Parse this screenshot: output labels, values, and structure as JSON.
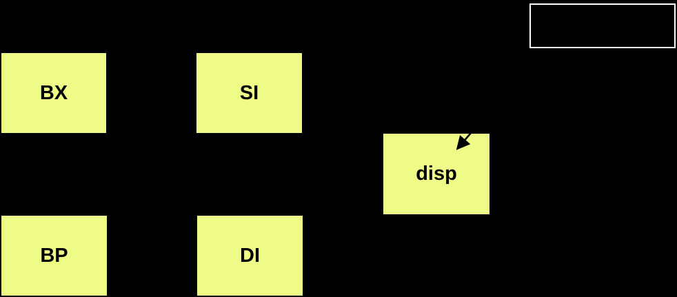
{
  "diagram": {
    "boxes": {
      "bx": "BX",
      "si": "SI",
      "bp": "BP",
      "di": "DI",
      "disp": "disp"
    },
    "legend": {
      "text": ""
    }
  },
  "colors": {
    "background": "#000000",
    "box_fill": "#eefb86",
    "text": "#000000",
    "legend_border": "#ffffff"
  }
}
